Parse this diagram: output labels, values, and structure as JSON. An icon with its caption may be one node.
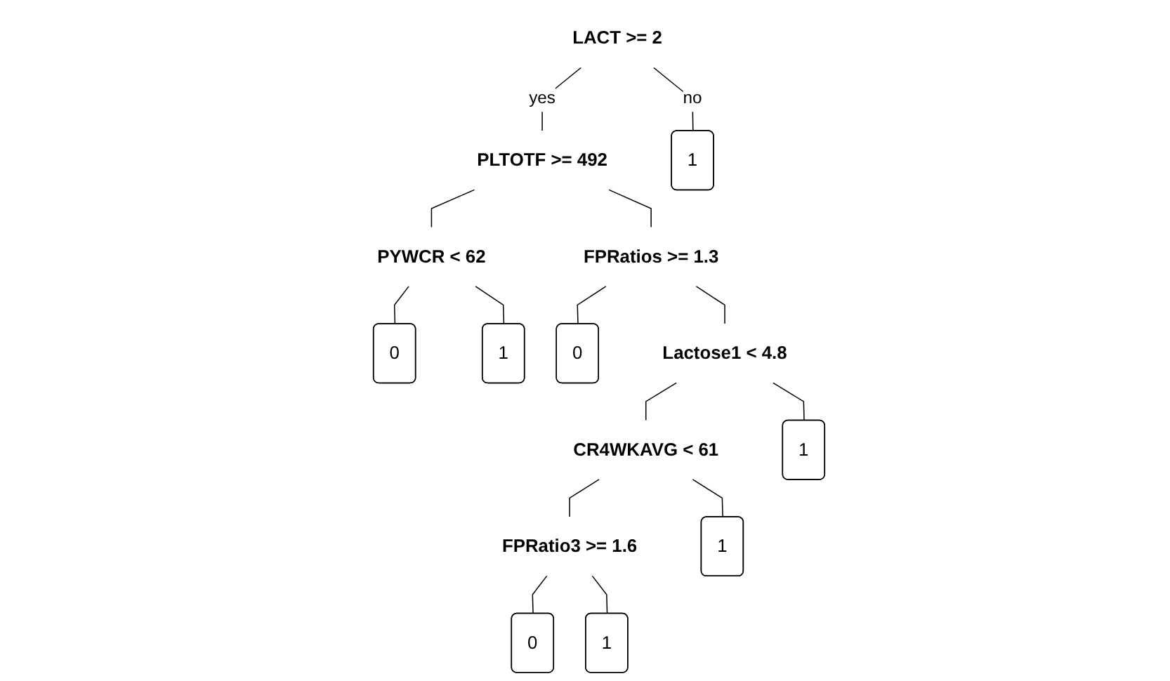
{
  "diagram": {
    "nodes": [
      {
        "text": [
          "LACT >= 2"
        ]
      },
      {
        "text": [
          "PLTOTF >= 492"
        ]
      },
      {
        "text": [
          "1"
        ]
      },
      {
        "text": [
          "PYWCR < 62"
        ]
      },
      {
        "text": [
          "FPRatios >= 1.3"
        ]
      },
      {
        "text": [
          "0"
        ]
      },
      {
        "text": [
          "1"
        ]
      },
      {
        "text": [
          "0"
        ]
      },
      {
        "text": [
          "Lactose1 < 4.8"
        ]
      },
      {
        "text": [
          "CR4WKAVG < 61"
        ]
      },
      {
        "text": [
          "1"
        ]
      },
      {
        "text": [
          "FPRatio3 >= 1.6"
        ]
      },
      {
        "text": [
          "1"
        ]
      },
      {
        "text": [
          "0"
        ]
      },
      {
        "text": [
          "1"
        ]
      }
    ],
    "edges": [
      {
        "from": 0,
        "to": 1,
        "arrow": "none",
        "label": "yes"
      },
      {
        "from": 0,
        "to": 2,
        "arrow": "none",
        "label": "no"
      },
      {
        "from": 1,
        "to": 3,
        "arrow": "none"
      },
      {
        "from": 1,
        "to": 4,
        "arrow": "none"
      },
      {
        "from": 3,
        "to": 5,
        "arrow": "none"
      },
      {
        "from": 3,
        "to": 6,
        "arrow": "none"
      },
      {
        "from": 4,
        "to": 7,
        "arrow": "none"
      },
      {
        "from": 4,
        "to": 8,
        "arrow": "none"
      },
      {
        "from": 8,
        "to": 9,
        "arrow": "none"
      },
      {
        "from": 8,
        "to": 10,
        "arrow": "none"
      },
      {
        "from": 9,
        "to": 11,
        "arrow": "none"
      },
      {
        "from": 9,
        "to": 12,
        "arrow": "none"
      },
      {
        "from": 11,
        "to": 13,
        "arrow": "none"
      },
      {
        "from": 11,
        "to": 14,
        "arrow": "none"
      }
    ]
  }
}
